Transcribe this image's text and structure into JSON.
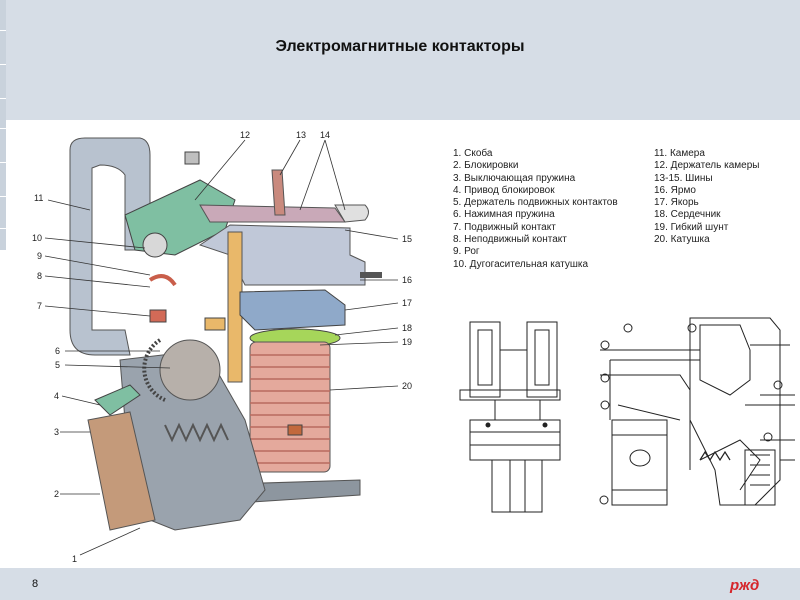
{
  "slide": {
    "title": "Электромагнитные контакторы",
    "page_number": "8",
    "logo_text": "РЖД"
  },
  "callouts": [
    "1",
    "2",
    "3",
    "4",
    "5",
    "6",
    "7",
    "8",
    "9",
    "10",
    "11",
    "12",
    "13",
    "14",
    "15",
    "16",
    "17",
    "18",
    "19",
    "20"
  ],
  "legend_left": [
    "1. Скоба",
    "2. Блокировки",
    "3. Выключающая пружина",
    "4. Привод блокировок",
    "5. Держатель подвижных контактов",
    "6. Нажимная пружина",
    "7. Подвижный контакт",
    "8. Неподвижный контакт",
    "9. Рог",
    "10. Дугогасительная катушка"
  ],
  "legend_right": [
    "11. Камера",
    "12. Держатель камеры",
    "13-15. Шины",
    "16. Ярмо",
    "17. Якорь",
    "18. Сердечник",
    "19. Гибкий шунт",
    "20. Катушка"
  ],
  "colors": {
    "header_band": "#d6dde6",
    "arc_chamber": "#b8c2cf",
    "holder": "#7fbfa2",
    "copper": "#d26a57",
    "core": "#a6d65a",
    "coil": "#e4a99c",
    "base": "#9aa3ad",
    "lock_box": "#c49a7a",
    "logo": "#d6262b"
  }
}
